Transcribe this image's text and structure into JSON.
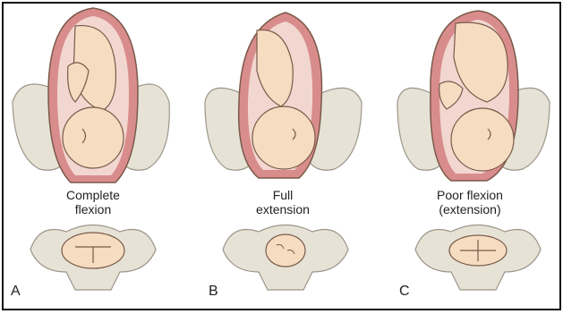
{
  "panels": [
    {
      "letter": "A",
      "caption_line1": "Complete",
      "caption_line2": "flexion"
    },
    {
      "letter": "B",
      "caption_line1": "Full",
      "caption_line2": "extension"
    },
    {
      "letter": "C",
      "caption_line1": "Poor flexion",
      "caption_line2": "(extension)"
    }
  ],
  "colors": {
    "skin": "#f6dcc0",
    "uterus_wall": "#d98c8c",
    "bone": "#e6e3d6",
    "outline": "#7a5a4a"
  },
  "icons": [
    "fetus-in-uterus-illustration",
    "pelvis-illustration",
    "pelvic-inlet-view-illustration"
  ]
}
